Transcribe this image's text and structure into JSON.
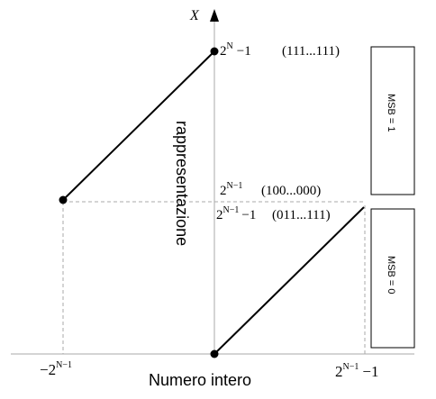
{
  "axis": {
    "y_label": "X",
    "x_label": "Numero intero",
    "vertical_label": "rappresentazione"
  },
  "ticks": {
    "top_base": "2",
    "top_exp": "N",
    "top_tail": "−1",
    "top_code": "(111...111)",
    "mid_base": "2",
    "mid_exp": "N−1",
    "mid_code": "(100...000)",
    "lower_base": "2",
    "lower_exp": "N−1",
    "lower_tail": "−1",
    "lower_code": "(011...111)",
    "x_left_prefix": "−2",
    "x_left_exp": "N−1",
    "x_right_base": "2",
    "x_right_exp": "N−1",
    "x_right_tail": "−1"
  },
  "msb_boxes": {
    "upper": "MSB = 1",
    "lower": "MSB = 0"
  },
  "colors": {
    "line": "#000000",
    "dashed": "#aaaaaa",
    "axis": "#aaaaaa"
  }
}
